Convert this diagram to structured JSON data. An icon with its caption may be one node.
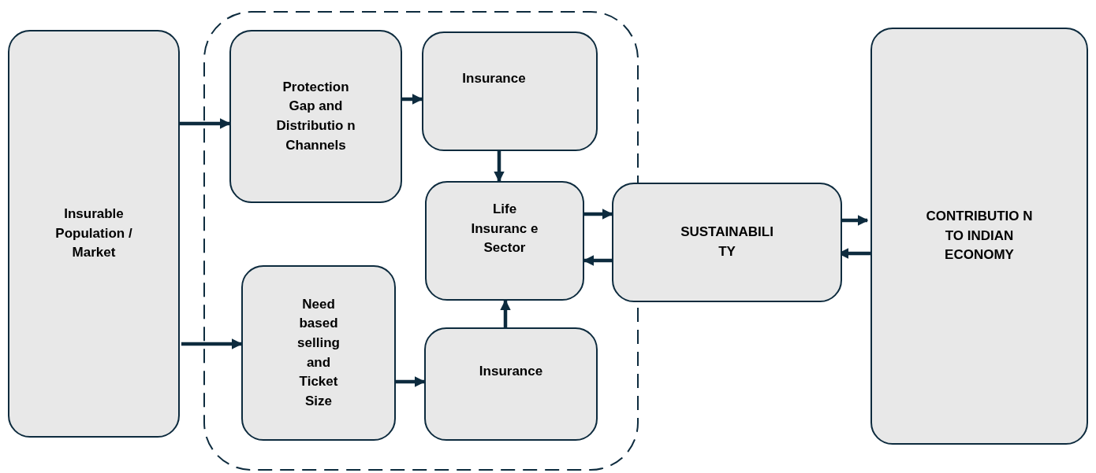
{
  "diagram": {
    "nodes": [
      {
        "text": [
          "Insurable Population / Market"
        ]
      },
      {
        "text": [],
        "shape": "box"
      },
      {
        "text": [
          "Protection Gap and Distributio n Channels"
        ],
        "in": 1
      },
      {
        "text": [
          "Insurance"
        ],
        "in": 1
      },
      {
        "text": [
          "Life Insuranc e Sector"
        ],
        "in": 1
      },
      {
        "text": [
          "Need based selling and Ticket Size"
        ],
        "in": 1
      },
      {
        "text": [
          "Insurance"
        ],
        "in": 1
      },
      {
        "text": [
          "SUSTAINABILI TY"
        ]
      },
      {
        "text": [
          "CONTRIBUTIO N TO INDIAN ECONOMY"
        ]
      }
    ],
    "edges": [
      {
        "from": 0,
        "to": 2,
        "arrow": "to"
      },
      {
        "from": 0,
        "to": 5,
        "arrow": "to"
      },
      {
        "from": 2,
        "to": 3,
        "arrow": "to"
      },
      {
        "from": 5,
        "to": 6,
        "arrow": "to"
      },
      {
        "from": 3,
        "to": 4,
        "arrow": "to"
      },
      {
        "from": 6,
        "to": 4,
        "arrow": "to"
      },
      {
        "from": 4,
        "to": 7,
        "arrow": "to"
      },
      {
        "from": 7,
        "to": 4,
        "arrow": "to"
      },
      {
        "from": 7,
        "to": 8,
        "arrow": "to"
      },
      {
        "from": 8,
        "to": 7,
        "arrow": "to"
      }
    ]
  }
}
